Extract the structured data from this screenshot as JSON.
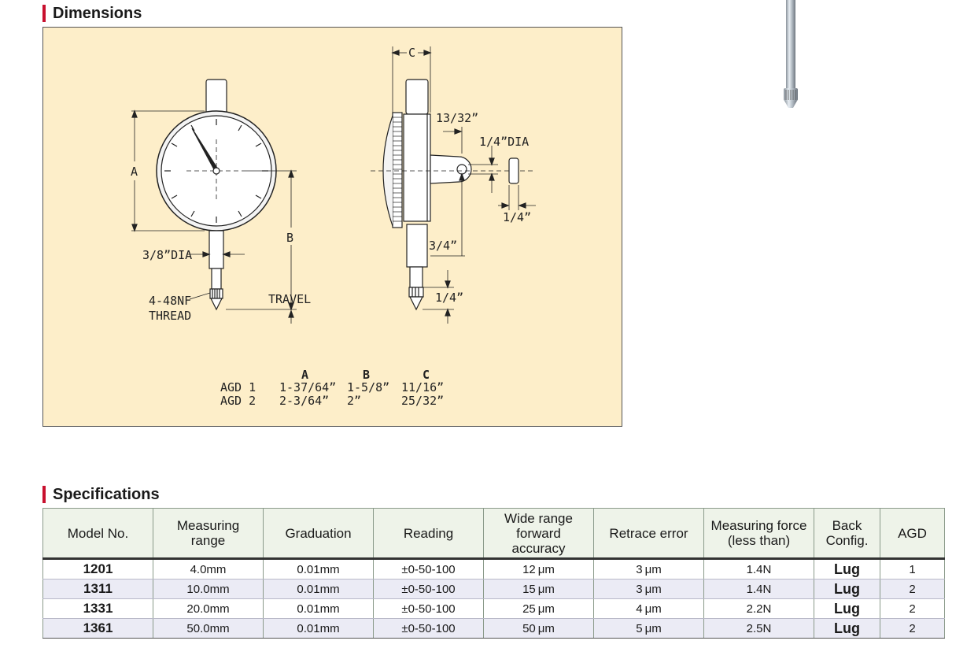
{
  "dimensions": {
    "title": "Dimensions",
    "labels": {
      "a": "A",
      "b": "B",
      "c": "C",
      "dia_38": "3/8”DIA",
      "thread_line1": "4-48NF",
      "thread_line2": "THREAD",
      "travel": "TRAVEL",
      "dim_13_32": "13/32”",
      "dia_14": "1/4”DIA",
      "dim_14_a": "1/4”",
      "dim_34": "3/4”",
      "dim_14_b": "1/4”"
    },
    "table": {
      "col_a": "A",
      "col_b": "B",
      "col_c": "C",
      "rows": [
        {
          "name": "AGD 1",
          "a": "1-37/64”",
          "b": "1-5/8”",
          "c": "11/16”"
        },
        {
          "name": "AGD 2",
          "a": "2-3/64”",
          "b": "2”",
          "c": "25/32”"
        }
      ]
    }
  },
  "specifications": {
    "title": "Specifications",
    "headers": {
      "model": "Model No.",
      "range_l1": "Measuring",
      "range_l2": "range",
      "graduation": "Graduation",
      "reading": "Reading",
      "wide_l1": "Wide range",
      "wide_l2": "forward",
      "wide_l3": "accuracy",
      "retrace": "Retrace error",
      "force_l1": "Measuring force",
      "force_l2": "(less than)",
      "back_l1": "Back",
      "back_l2": "Config.",
      "agd": "AGD"
    },
    "rows": [
      {
        "model": "1201",
        "range": "4.0mm",
        "graduation": "0.01mm",
        "reading": "±0-50-100",
        "wide": "12 μm",
        "retrace": "3 μm",
        "force": "1.4N",
        "back": "Lug",
        "agd": "1"
      },
      {
        "model": "1311",
        "range": "10.0mm",
        "graduation": "0.01mm",
        "reading": "±0-50-100",
        "wide": "15 μm",
        "retrace": "3 μm",
        "force": "1.4N",
        "back": "Lug",
        "agd": "2"
      },
      {
        "model": "1331",
        "range": "20.0mm",
        "graduation": "0.01mm",
        "reading": "±0-50-100",
        "wide": "25 μm",
        "retrace": "4 μm",
        "force": "2.2N",
        "back": "Lug",
        "agd": "2"
      },
      {
        "model": "1361",
        "range": "50.0mm",
        "graduation": "0.01mm",
        "reading": "±0-50-100",
        "wide": "50 μm",
        "retrace": "5 μm",
        "force": "2.5N",
        "back": "Lug",
        "agd": "2"
      }
    ]
  }
}
